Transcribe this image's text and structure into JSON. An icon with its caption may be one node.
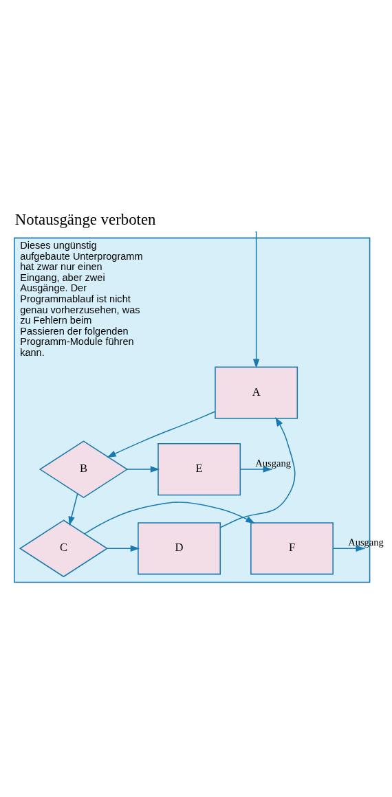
{
  "diagram": {
    "title": "Notausgänge verboten",
    "nodes": [
      {
        "text": [
          "Dieses ungünstig aufgebaute Unterprogramm hat zwar nur einen Eingang, aber zwei Ausgänge. Der Programmablauf ist nicht genau vorherzusehen, was zu Fehlern beim Passieren der folgenden Programm-Module führen kann."
        ]
      },
      {
        "text": [
          "A"
        ],
        "in": 0
      },
      {
        "text": [
          "B"
        ],
        "in": 0
      },
      {
        "text": [
          "E"
        ],
        "in": 0
      },
      {
        "text": [
          "C"
        ],
        "in": 0
      },
      {
        "text": [
          "F"
        ],
        "in": 0
      },
      {
        "text": [
          "D"
        ],
        "in": 0
      }
    ],
    "edges": [
      {
        "from": null,
        "to": 1,
        "arrow": "to"
      },
      {
        "from": 1,
        "to": 2,
        "arrow": "to"
      },
      {
        "from": 2,
        "to": 3,
        "arrow": "to"
      },
      {
        "from": 3,
        "to": null,
        "arrow": "to",
        "label": "Ausgang"
      },
      {
        "from": 2,
        "to": 4,
        "arrow": "to"
      },
      {
        "from": 4,
        "to": 5,
        "arrow": "to"
      },
      {
        "from": 5,
        "to": null,
        "arrow": "to",
        "label": "Ausgang"
      },
      {
        "from": 4,
        "to": 6,
        "arrow": "to"
      },
      {
        "from": 6,
        "to": 1,
        "arrow": "to"
      }
    ]
  }
}
